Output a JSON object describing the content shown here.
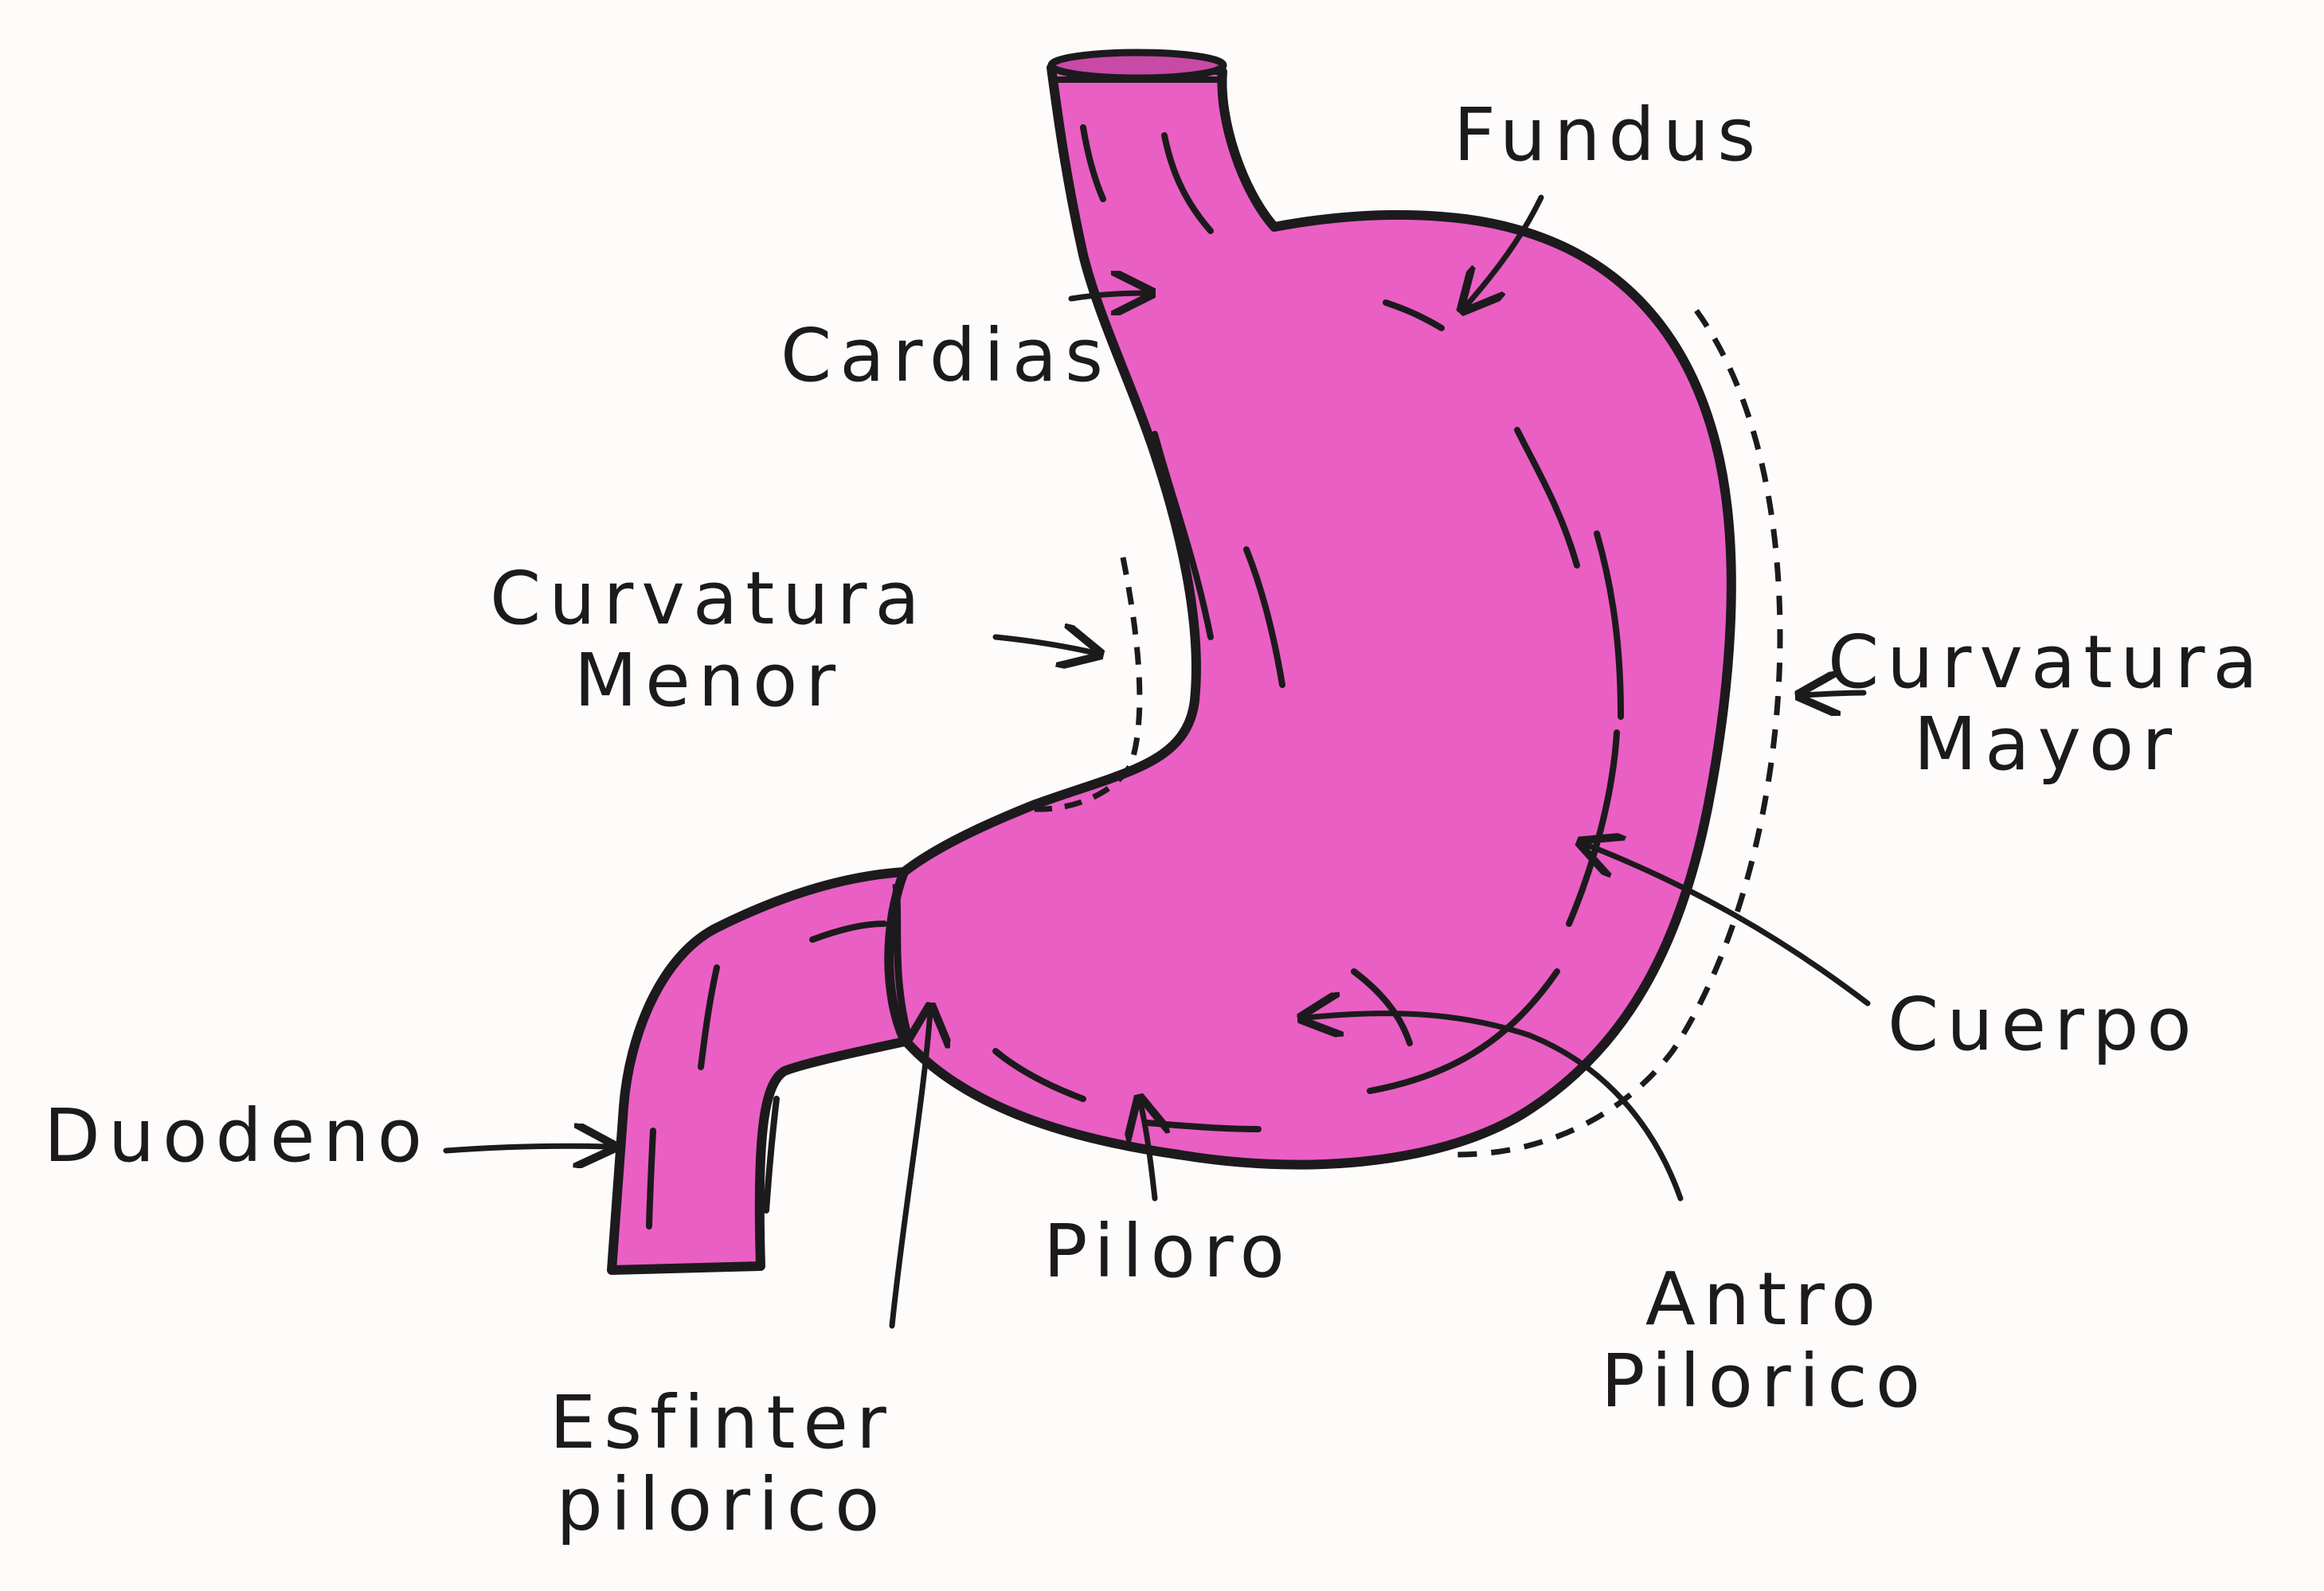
{
  "diagram": {
    "colors": {
      "paper": "#fdfcfb",
      "stomach_fill": "#ea5fc3",
      "stomach_shadow": "#d94db2",
      "ink": "#1c1a1d"
    },
    "labels": {
      "fundus": "Fundus",
      "cardias": "Cardias",
      "curvatura_menor_line1": "Curvatura",
      "curvatura_menor_line2": "Menor",
      "curvatura_mayor_line1": "Curvatura",
      "curvatura_mayor_line2": "Mayor",
      "cuerpo": "Cuerpo",
      "duodeno": "Duodeno",
      "piloro": "Piloro",
      "esfinter_line1": "Esfinter",
      "esfinter_line2": "pilorico",
      "antro_line1": "Antro",
      "antro_line2": "Pilorico"
    }
  }
}
